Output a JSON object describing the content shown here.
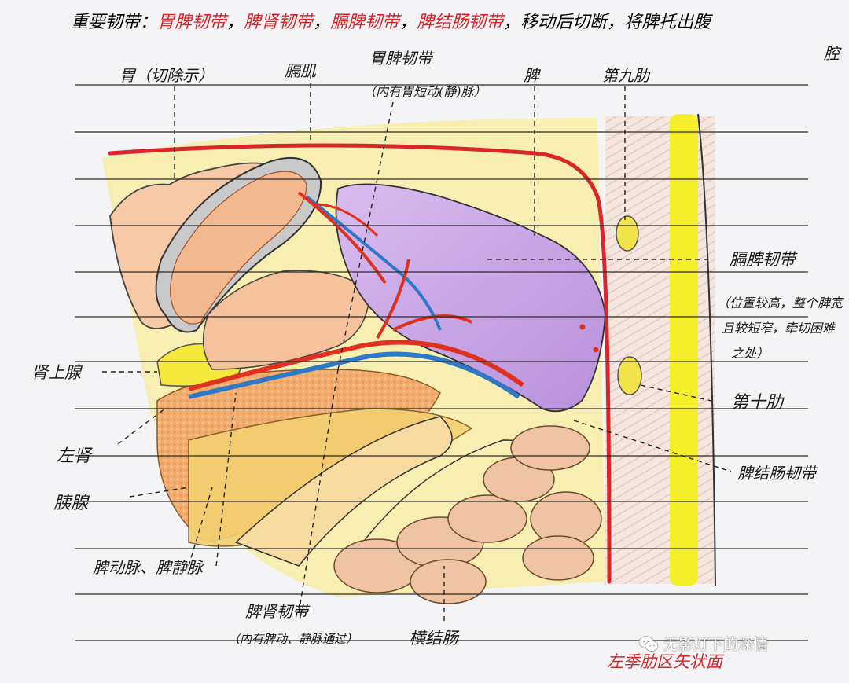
{
  "title": {
    "prefix": "重要韧带：",
    "items": [
      "胃脾韧带",
      "脾肾韧带",
      "膈脾韧带",
      "脾结肠韧带"
    ],
    "separator": "，",
    "tail": "，移动后切断，将脾托出腹",
    "tail_line2": "腔"
  },
  "labels": {
    "stomach": "胃（切除示）",
    "diaphragm": "膈肌",
    "gastrosplenic": "胃脾韧带",
    "gastrosplenic_note": "（内有胃短动(静)脉）",
    "spleen": "脾",
    "rib9": "第九肋",
    "phrenicosplenic": "膈脾韧带",
    "phrenicosplenic_note1": "（位置较高，整个脾宽",
    "phrenicosplenic_note2": "且较短窄，牵切困难",
    "phrenicosplenic_note3": "之处）",
    "adrenal": "肾上腺",
    "rib10": "第十肋",
    "left_kidney": "左肾",
    "splenocolic": "脾结肠韧带",
    "pancreas": "胰腺",
    "splenic_vessels": "脾动脉、脾静脉",
    "splenorenal": "脾肾韧带",
    "splenorenal_note": "（内有脾动、静脉通过）",
    "transverse_colon": "横结肠",
    "section": "左季肋区矢状面"
  },
  "watermark": {
    "text": "无影灯下的深情",
    "icon": "wechat-icon"
  },
  "colors": {
    "red_text": "#d8262a",
    "artery": "#e0301e",
    "vein": "#2f78c8",
    "spleen": "#c9a6e4",
    "adrenal": "#f6e83a",
    "kidney": "#f2b06a",
    "pancreas": "#f5d46a",
    "colon": "#f0c4a2",
    "stomach": "#f7c9a6",
    "rib_bone": "#f5ee2a",
    "chest_wall": "#f0e4dc",
    "ruled_line": "#2a2a2a"
  }
}
